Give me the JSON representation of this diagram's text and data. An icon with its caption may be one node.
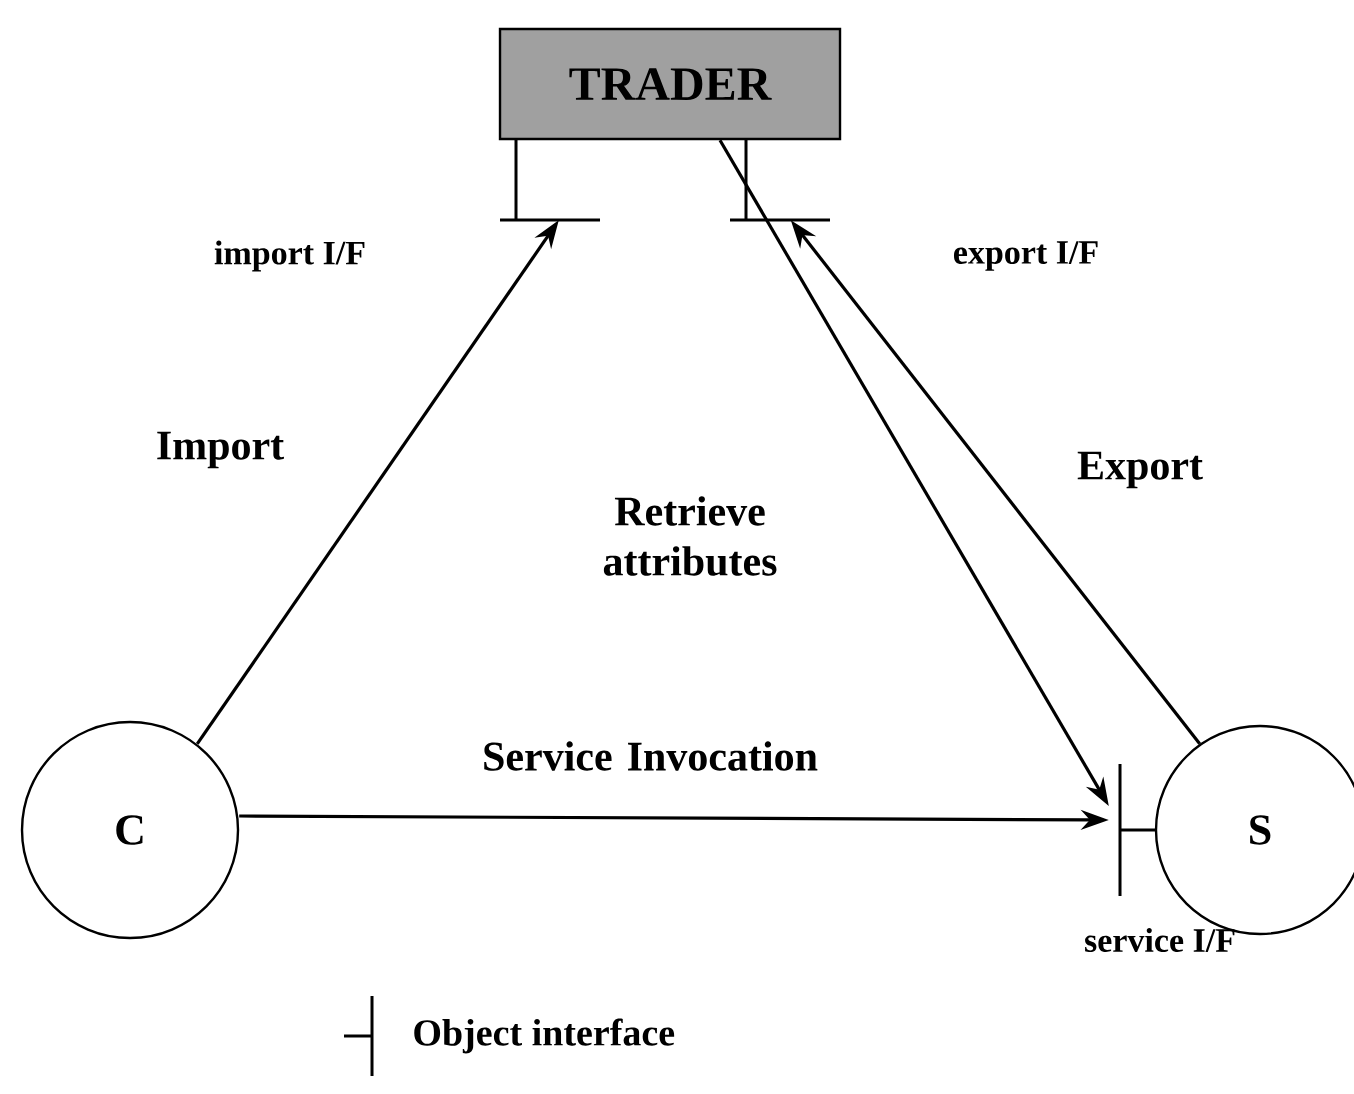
{
  "diagram": {
    "nodes": [
      {
        "text": [
          "TRADER"
        ]
      },
      {
        "text": [
          "C"
        ]
      },
      {
        "text": [
          "S"
        ]
      }
    ],
    "edges": [
      {
        "from": 1,
        "to": 0,
        "arrow": "to",
        "label": "Import"
      },
      {
        "from": 2,
        "to": 0,
        "arrow": "to",
        "label": "Export"
      },
      {
        "from": 0,
        "to": 2,
        "arrow": "to",
        "label": "Retrieve attributes"
      },
      {
        "from": 1,
        "to": 2,
        "arrow": "to",
        "label": "Service Invocation"
      }
    ],
    "labels": [
      "import I/F",
      "export I/F",
      "service I/F"
    ],
    "legend": [
      {
        "text": "Object interface"
      }
    ]
  }
}
